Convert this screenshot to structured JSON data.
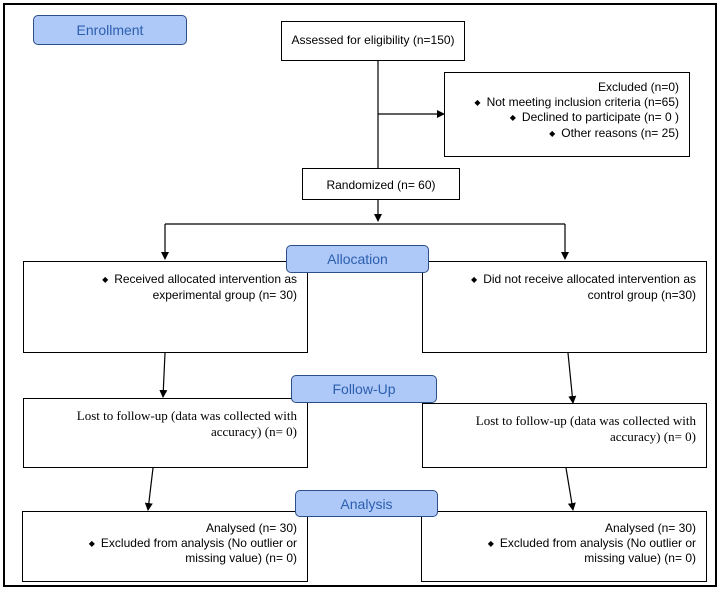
{
  "stages": {
    "enrollment": "Enrollment",
    "allocation": "Allocation",
    "follow_up": "Follow-Up",
    "analysis": "Analysis"
  },
  "assessed": "Assessed for eligibility (n=150)",
  "excluded": {
    "title": "Excluded (n=0)",
    "items": [
      "Not meeting inclusion criteria (n=65)",
      "Declined to participate (n= 0 )",
      "Other reasons (n= 25)"
    ]
  },
  "randomized": "Randomized (n= 60)",
  "allocation": {
    "left": {
      "line1": "Received allocated intervention as",
      "line2": "experimental group (n= 30)"
    },
    "right": {
      "line1": "Did not receive allocated intervention as",
      "line2": "control group (n=30)"
    }
  },
  "follow_up": {
    "left": {
      "line1": "Lost to follow-up (data was collected with",
      "line2": "accuracy) (n= 0)"
    },
    "right": {
      "line1": "Lost to follow-up (data was collected with",
      "line2": "accuracy) (n= 0)"
    }
  },
  "analysis": {
    "left": {
      "analysed": "Analysed  (n=  30)",
      "excl1": "Excluded from analysis (No outlier or",
      "excl2": "missing value) (n= 0)"
    },
    "right": {
      "analysed": "Analysed (n=  30)",
      "excl1": "Excluded from analysis (No outlier or",
      "excl2": "missing value) (n= 0)"
    }
  },
  "colors": {
    "stage_fill": "#aec8f8",
    "stage_text": "#2b5fae",
    "stage_border": "#2c4f86"
  }
}
